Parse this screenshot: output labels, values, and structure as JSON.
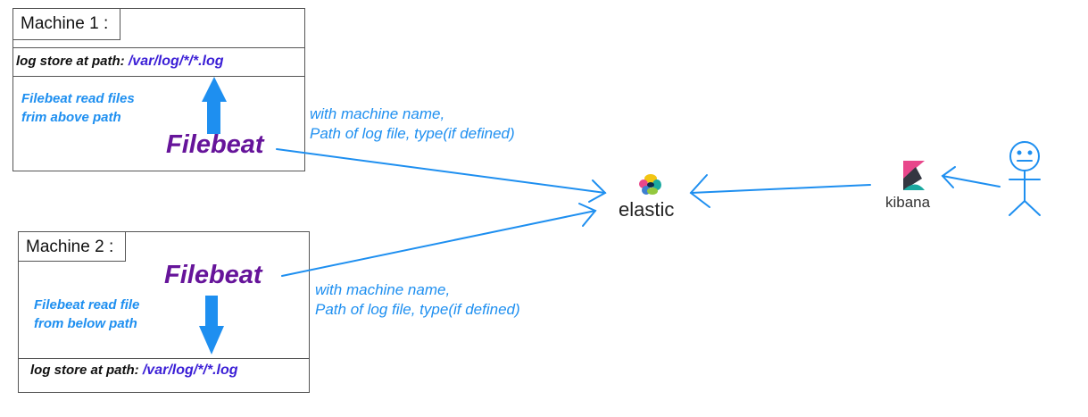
{
  "machine1": {
    "title": "Machine 1 :",
    "path_label": "log store at path:",
    "path_value": "/var/log/*/*.log",
    "note": "Filebeat read files frim above path",
    "agent": "Filebeat"
  },
  "machine2": {
    "title": "Machine 2 :",
    "path_label": "log store at path:",
    "path_value": "/var/log/*/*.log",
    "note": "Filebeat read file from below path",
    "agent": "Filebeat"
  },
  "edge1": {
    "line1": "with machine name,",
    "line2": "Path of log file, type(if defined)"
  },
  "edge2": {
    "line1": "with machine name,",
    "line2": "Path of log file, type(if defined)"
  },
  "elastic": {
    "label": "elastic",
    "logo_icon": "elastic-logo-icon"
  },
  "kibana": {
    "label": "kibana",
    "logo_icon": "kibana-logo-icon"
  },
  "user": {
    "icon": "stick-figure-user-icon"
  },
  "colors": {
    "arrow": "#1e8ff0",
    "filebeat": "#66149a",
    "path": "#3b1fd6",
    "note": "#1e8ff0"
  }
}
